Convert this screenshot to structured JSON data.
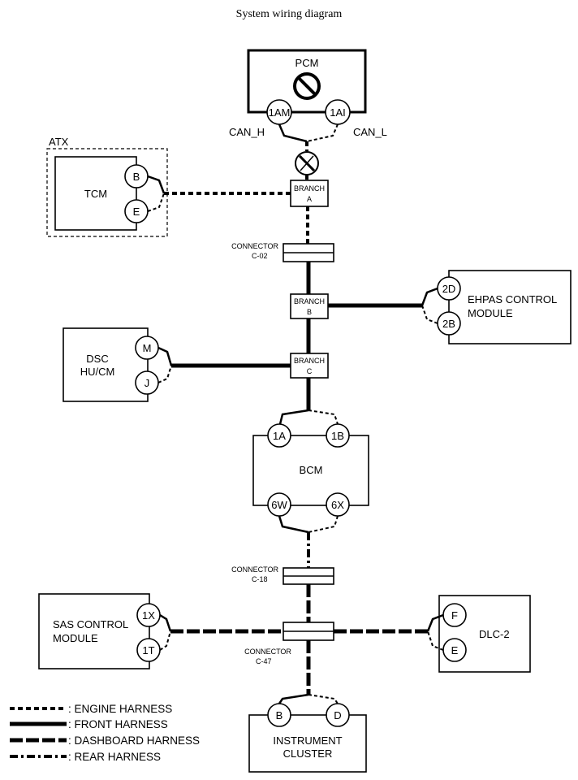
{
  "title": "System wiring diagram",
  "modules": {
    "pcm": {
      "label": "PCM",
      "pin_left": "1AM",
      "pin_right": "1AI",
      "can_h": "CAN_H",
      "can_l": "CAN_L"
    },
    "atx": {
      "group": "ATX",
      "label": "TCM",
      "pin_top": "B",
      "pin_bottom": "E"
    },
    "ehpas": {
      "label_line1": "EHPAS CONTROL",
      "label_line2": "MODULE",
      "pin_top": "2D",
      "pin_bottom": "2B"
    },
    "dsc": {
      "label_line1": "DSC",
      "label_line2": "HU/CM",
      "pin_top": "M",
      "pin_bottom": "J"
    },
    "bcm": {
      "label": "BCM",
      "pin_tl": "1A",
      "pin_tr": "1B",
      "pin_bl": "6W",
      "pin_br": "6X"
    },
    "sas": {
      "label_line1": "SAS CONTROL",
      "label_line2": "MODULE",
      "pin_top": "1X",
      "pin_bottom": "1T"
    },
    "dlc": {
      "label": "DLC-2",
      "pin_top": "F",
      "pin_bottom": "E"
    },
    "cluster": {
      "label_line1": "INSTRUMENT",
      "label_line2": "CLUSTER",
      "pin_left": "B",
      "pin_right": "D"
    }
  },
  "branches": {
    "a": {
      "line1": "BRANCH",
      "line2": "A"
    },
    "b": {
      "line1": "BRANCH",
      "line2": "B"
    },
    "c": {
      "line1": "BRANCH",
      "line2": "C"
    }
  },
  "connectors": {
    "c02": {
      "line1": "CONNECTOR",
      "line2": "C-02"
    },
    "c18": {
      "line1": "CONNECTOR",
      "line2": "C-18"
    },
    "c47": {
      "line1": "CONNECTOR",
      "line2": "C-47"
    }
  },
  "legend": [
    {
      "style": "engine",
      "label": ": ENGINE HARNESS"
    },
    {
      "style": "front",
      "label": ": FRONT HARNESS"
    },
    {
      "style": "dash",
      "label": ": DASHBOARD HARNESS"
    },
    {
      "style": "rear",
      "label": ": REAR HARNESS"
    }
  ]
}
